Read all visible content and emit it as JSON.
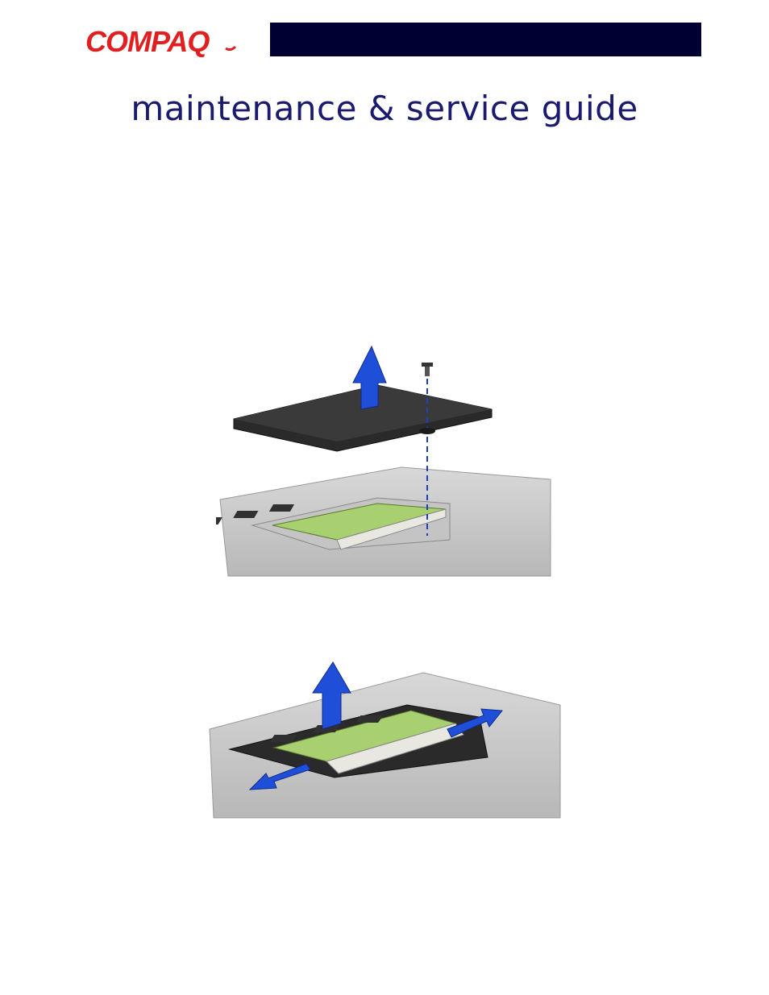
{
  "header": {
    "logo_text": "COMPAQ",
    "brand_color": "#e02020",
    "bar_color": "#000033"
  },
  "document": {
    "title": "maintenance & service guide"
  },
  "figures": [
    {
      "icon": "memory-door-removal-illustration"
    },
    {
      "icon": "memory-module-removal-illustration"
    }
  ]
}
